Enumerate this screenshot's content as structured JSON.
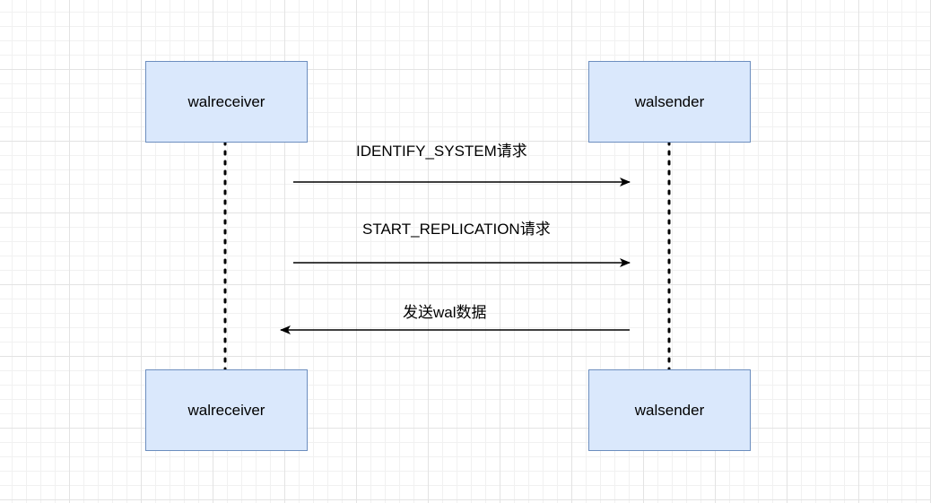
{
  "colors": {
    "node_fill": "#dae8fc",
    "node_border": "#6c8ebf",
    "line": "#000000"
  },
  "participants": {
    "receiver_top": "walreceiver",
    "sender_top": "walsender",
    "receiver_bottom": "walreceiver",
    "sender_bottom": "walsender"
  },
  "messages": [
    {
      "label": "IDENTIFY_SYSTEM请求",
      "direction": "receiver-to-sender"
    },
    {
      "label": "START_REPLICATION请求",
      "direction": "receiver-to-sender"
    },
    {
      "label": "发送wal数据",
      "direction": "sender-to-receiver"
    }
  ]
}
